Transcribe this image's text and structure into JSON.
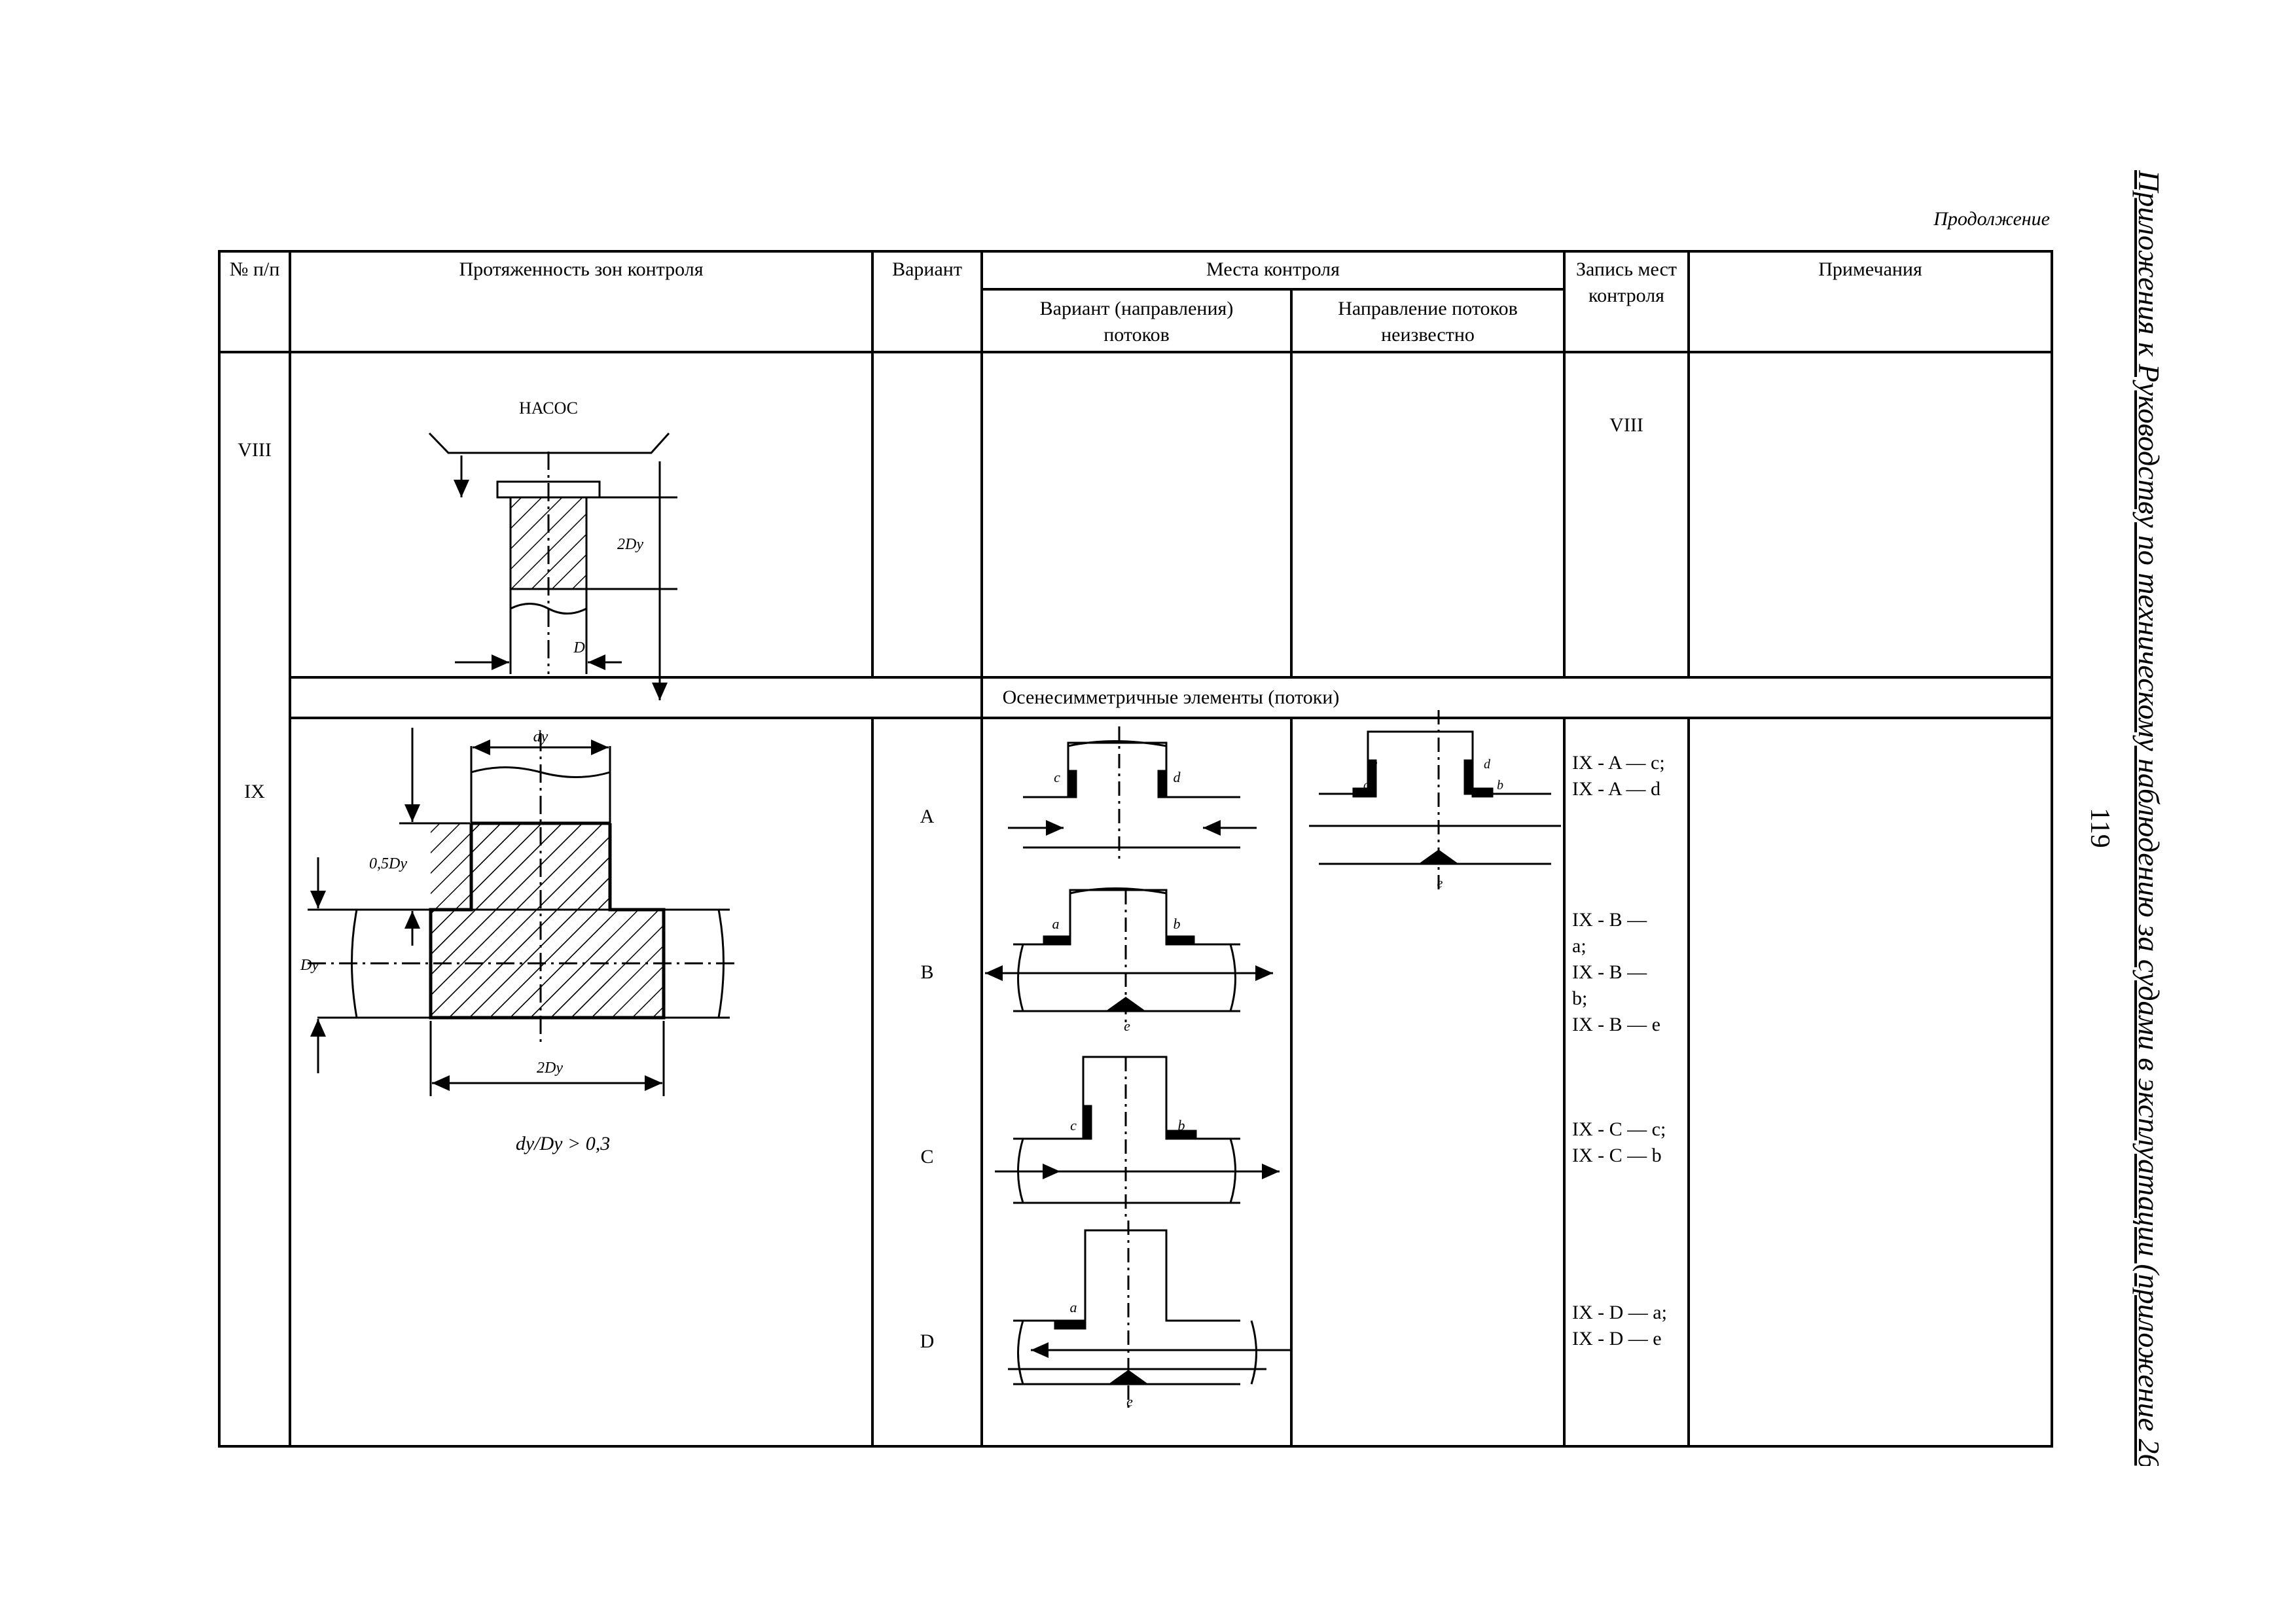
{
  "continuation": "Продолжение",
  "side_title": "Приложения к Руководству по техническому наблюдению за судами в эксплуатации (приложение 26)",
  "page_number": "119",
  "headers": {
    "num": "№ п/п",
    "extent": "Протяженность зон контроля",
    "variant": "Вариант",
    "places": "Места контроля",
    "places_known": "Вариант (направления) потоков",
    "places_unknown": "Направление потоков неизвестно",
    "record": "Запись мест контроля",
    "notes": "Примечания"
  },
  "row8": {
    "num": "VIII",
    "pump_label": "НАСОС",
    "dim_2dy": "2Dу",
    "dim_d": "D",
    "record": "VIII"
  },
  "section_title": "Осенесимметричные элементы (потоки)",
  "row9": {
    "num": "IX",
    "dim_dy_top": "dу",
    "dim_05dy": "0,5Dу",
    "dim_dy_side": "Dу",
    "dim_2dy": "2Dу",
    "ratio": "dу/Dу > 0,3",
    "variants": [
      "A",
      "B",
      "C",
      "D"
    ],
    "labels": {
      "a": "a",
      "b": "b",
      "c": "c",
      "d": "d",
      "e": "e"
    },
    "records": {
      "A": [
        "IX - A — c;",
        "IX - A — d"
      ],
      "B": [
        "IX - B —",
        "a;",
        "IX - B —",
        "b;",
        "IX - B — e"
      ],
      "C": [
        "IX - C — c;",
        "IX - C — b"
      ],
      "D": [
        "IX - D — a;",
        "IX - D — e"
      ]
    }
  }
}
